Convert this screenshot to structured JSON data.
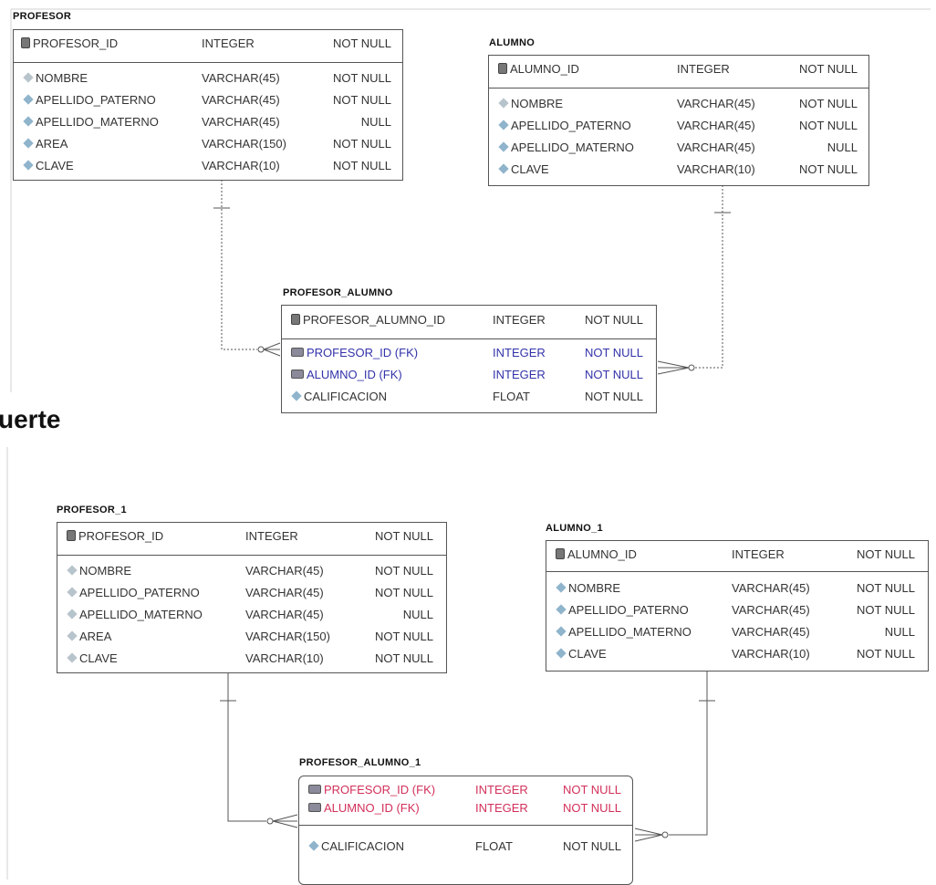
{
  "heading_fragment": "uerte",
  "relationships": [
    {
      "from": "PROFESOR",
      "to": "PROFESOR_ALUMNO",
      "style": "dotted",
      "cardinality": "one-to-many"
    },
    {
      "from": "ALUMNO",
      "to": "PROFESOR_ALUMNO",
      "style": "dotted",
      "cardinality": "one-to-many"
    },
    {
      "from": "PROFESOR_1",
      "to": "PROFESOR_ALUMNO_1",
      "style": "solid",
      "cardinality": "one-to-many"
    },
    {
      "from": "ALUMNO_1",
      "to": "PROFESOR_ALUMNO_1",
      "style": "solid",
      "cardinality": "one-to-many"
    }
  ],
  "tables": {
    "profesor": {
      "name": "PROFESOR",
      "pk": [
        {
          "col": "PROFESOR_ID",
          "type": "INTEGER",
          "null": "NOT NULL"
        }
      ],
      "cols": [
        {
          "col": "NOMBRE",
          "type": "VARCHAR(45)",
          "null": "NOT NULL"
        },
        {
          "col": "APELLIDO_PATERNO",
          "type": "VARCHAR(45)",
          "null": "NOT NULL"
        },
        {
          "col": "APELLIDO_MATERNO",
          "type": "VARCHAR(45)",
          "null": "NULL"
        },
        {
          "col": "AREA",
          "type": "VARCHAR(150)",
          "null": "NOT NULL"
        },
        {
          "col": "CLAVE",
          "type": "VARCHAR(10)",
          "null": "NOT NULL"
        }
      ]
    },
    "alumno": {
      "name": "ALUMNO",
      "pk": [
        {
          "col": "ALUMNO_ID",
          "type": "INTEGER",
          "null": "NOT NULL"
        }
      ],
      "cols": [
        {
          "col": "NOMBRE",
          "type": "VARCHAR(45)",
          "null": "NOT NULL"
        },
        {
          "col": "APELLIDO_PATERNO",
          "type": "VARCHAR(45)",
          "null": "NOT NULL"
        },
        {
          "col": "APELLIDO_MATERNO",
          "type": "VARCHAR(45)",
          "null": "NULL"
        },
        {
          "col": "CLAVE",
          "type": "VARCHAR(10)",
          "null": "NOT NULL"
        }
      ]
    },
    "profesor_alumno": {
      "name": "PROFESOR_ALUMNO",
      "pk": [
        {
          "col": "PROFESOR_ALUMNO_ID",
          "type": "INTEGER",
          "null": "NOT NULL"
        }
      ],
      "fk": [
        {
          "col": "PROFESOR_ID (FK)",
          "type": "INTEGER",
          "null": "NOT NULL"
        },
        {
          "col": "ALUMNO_ID (FK)",
          "type": "INTEGER",
          "null": "NOT NULL"
        }
      ],
      "cols": [
        {
          "col": "CALIFICACION",
          "type": "FLOAT",
          "null": "NOT NULL"
        }
      ]
    },
    "profesor_1": {
      "name": "PROFESOR_1",
      "pk": [
        {
          "col": "PROFESOR_ID",
          "type": "INTEGER",
          "null": "NOT NULL"
        }
      ],
      "cols": [
        {
          "col": "NOMBRE",
          "type": "VARCHAR(45)",
          "null": "NOT NULL"
        },
        {
          "col": "APELLIDO_PATERNO",
          "type": "VARCHAR(45)",
          "null": "NOT NULL"
        },
        {
          "col": "APELLIDO_MATERNO",
          "type": "VARCHAR(45)",
          "null": "NULL"
        },
        {
          "col": "AREA",
          "type": "VARCHAR(150)",
          "null": "NOT NULL"
        },
        {
          "col": "CLAVE",
          "type": "VARCHAR(10)",
          "null": "NOT NULL"
        }
      ]
    },
    "alumno_1": {
      "name": "ALUMNO_1",
      "pk": [
        {
          "col": "ALUMNO_ID",
          "type": "INTEGER",
          "null": "NOT NULL"
        }
      ],
      "cols": [
        {
          "col": "NOMBRE",
          "type": "VARCHAR(45)",
          "null": "NOT NULL"
        },
        {
          "col": "APELLIDO_PATERNO",
          "type": "VARCHAR(45)",
          "null": "NOT NULL"
        },
        {
          "col": "APELLIDO_MATERNO",
          "type": "VARCHAR(45)",
          "null": "NULL"
        },
        {
          "col": "CLAVE",
          "type": "VARCHAR(10)",
          "null": "NOT NULL"
        }
      ]
    },
    "profesor_alumno_1": {
      "name": "PROFESOR_ALUMNO_1",
      "pk": [
        {
          "col": "PROFESOR_ID (FK)",
          "type": "INTEGER",
          "null": "NOT NULL"
        },
        {
          "col": "ALUMNO_ID (FK)",
          "type": "INTEGER",
          "null": "NOT NULL"
        }
      ],
      "cols": [
        {
          "col": "CALIFICACION",
          "type": "FLOAT",
          "null": "NOT NULL"
        }
      ]
    }
  }
}
